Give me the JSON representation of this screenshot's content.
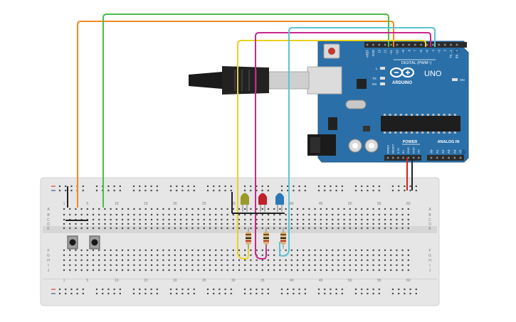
{
  "arduino": {
    "brand": "ARDUINO",
    "model": "UNO",
    "digital_label": "DIGITAL (PWM~)",
    "power_label": "POWER",
    "analog_label": "ANALOG IN",
    "on_label": "ON",
    "led_l": "L",
    "tx": "TX",
    "rx": "RX",
    "aref": "AREF",
    "gnd": "GND",
    "digital_pins": [
      "13",
      "12",
      "~11",
      "~10",
      "~9",
      "8",
      "7",
      "~6",
      "~5",
      "4",
      "~3",
      "2",
      "TX→1",
      "RX←0"
    ],
    "power_pins": [
      "IOREF",
      "RESET",
      "3.3V",
      "5V",
      "GND",
      "GND",
      "Vin"
    ],
    "analog_pins": [
      "A0",
      "A1",
      "A2",
      "A3",
      "A4",
      "A5"
    ]
  },
  "breadboard": {
    "column_numbers": [
      "1",
      "5",
      "10",
      "15",
      "20",
      "25",
      "30",
      "35",
      "40",
      "45",
      "50",
      "55",
      "60"
    ],
    "rows_top": [
      "A",
      "B",
      "C",
      "D",
      "E"
    ],
    "rows_bottom": [
      "F",
      "G",
      "H",
      "I",
      "J"
    ]
  },
  "colors": {
    "board": "#2a6fa8",
    "breadboard": "#e8e8e8",
    "wire_orange": "#f08a1c",
    "wire_green": "#4bbd4b",
    "wire_yellow": "#e8d21e",
    "wire_magenta": "#c8288c",
    "wire_cyan": "#5cc3d6",
    "led_yellow": "#9a9a2a",
    "led_red": "#c0202a",
    "led_blue": "#2a78b8"
  },
  "components": [
    "usb-cable",
    "power-jack",
    "reset-button",
    "push-button-1",
    "push-button-2",
    "led-yellow",
    "led-red",
    "led-blue",
    "resistor-1",
    "resistor-2",
    "resistor-3"
  ]
}
